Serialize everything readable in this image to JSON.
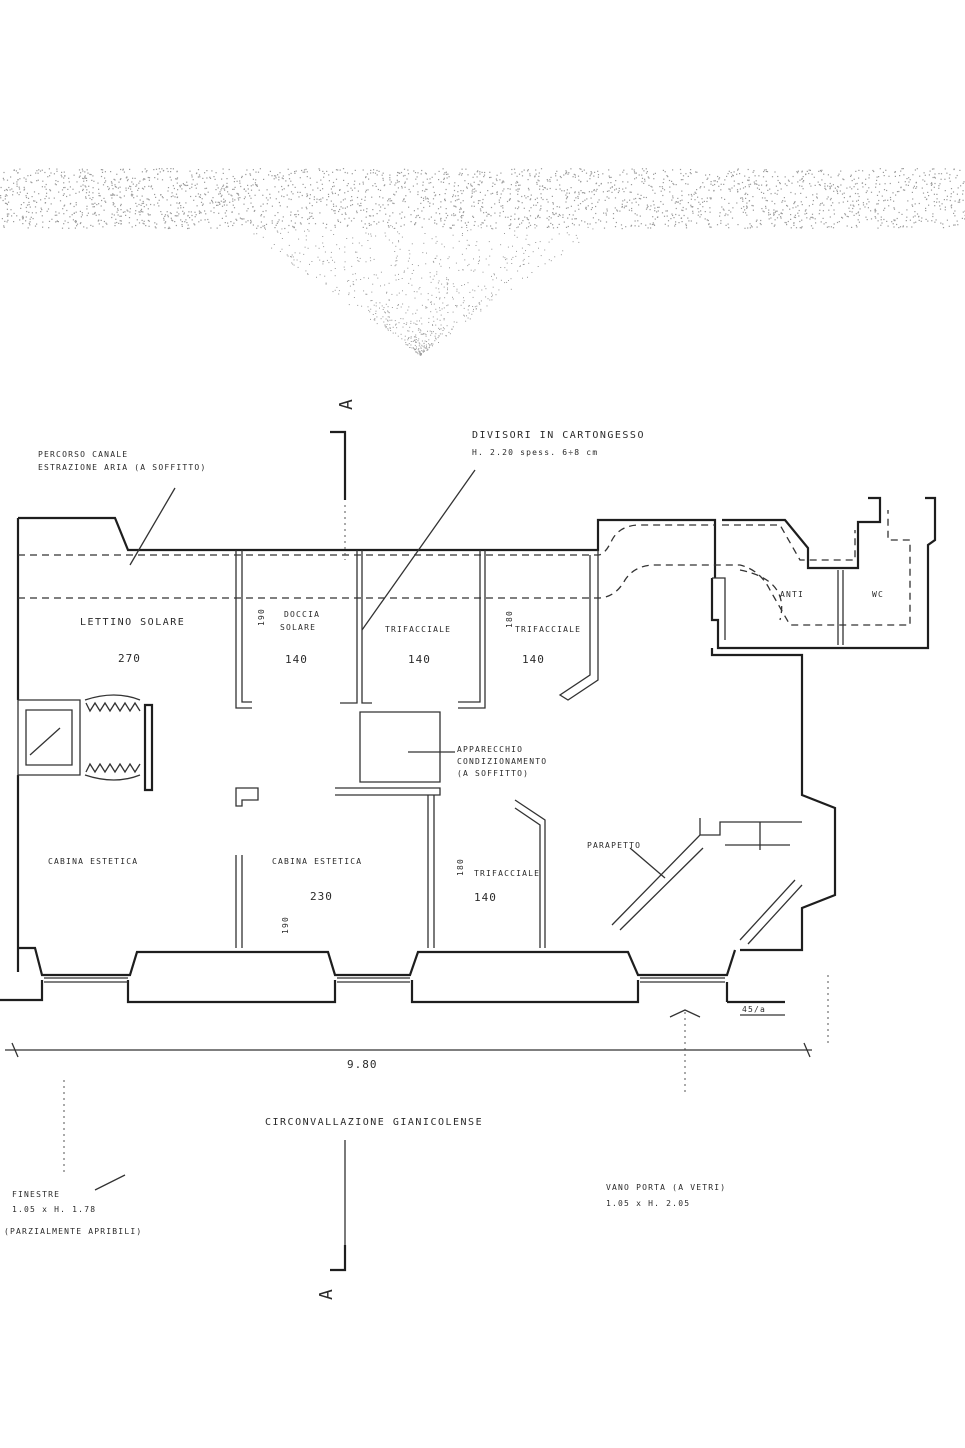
{
  "section_marks": {
    "top": "A",
    "bottom": "A"
  },
  "notes": {
    "divisori_line1": "DIVISORI IN CARTONGESSO",
    "divisori_line2": "H. 2.20  spess. 6÷8 cm",
    "percorso_line1": "PERCORSO CANALE",
    "percorso_line2": "ESTRAZIONE ARIA (A SOFFITTO)",
    "apparecchio_line1": "APPARECCHIO",
    "apparecchio_line2": "CONDIZIONAMENTO",
    "apparecchio_line3": "(A SOFFITTO)",
    "parapetto": "PARAPETTO",
    "finestre_line1": "FINESTRE",
    "finestre_line2": "1.05 x H. 1.78",
    "finestre_line3": "(PARZIALMENTE APRIBILI)",
    "vano_line1": "VANO PORTA (A VETRI)",
    "vano_line2": "1.05 x H. 2.05"
  },
  "rooms": {
    "lettino_solare": "LETTINO SOLARE",
    "lettino_area": "270",
    "doccia_line1": "DOCCIA",
    "doccia_line2": "SOLARE",
    "doccia_width": "140",
    "doccia_depth": "190",
    "trifacciale_1": "TRIFACCIALE",
    "trifacciale_1_width": "140",
    "trifacciale_2": "TRIFACCIALE",
    "trifacciale_2_width": "140",
    "trifacciale_2_depth": "180",
    "cabina_estetica_1": "CABINA ESTETICA",
    "cabina_estetica_2": "CABINA ESTETICA",
    "cabina_2_area": "230",
    "cabina_2_depth": "190",
    "trifacciale_3": "TRIFACCIALE",
    "trifacciale_3_width": "140",
    "trifacciale_3_depth": "180",
    "anti": "ANTI",
    "wc": "WC"
  },
  "dimensions": {
    "overall_width": "9.80",
    "ref": "45/a"
  },
  "street": "CIRCONVALLAZIONE GIANICOLENSE"
}
